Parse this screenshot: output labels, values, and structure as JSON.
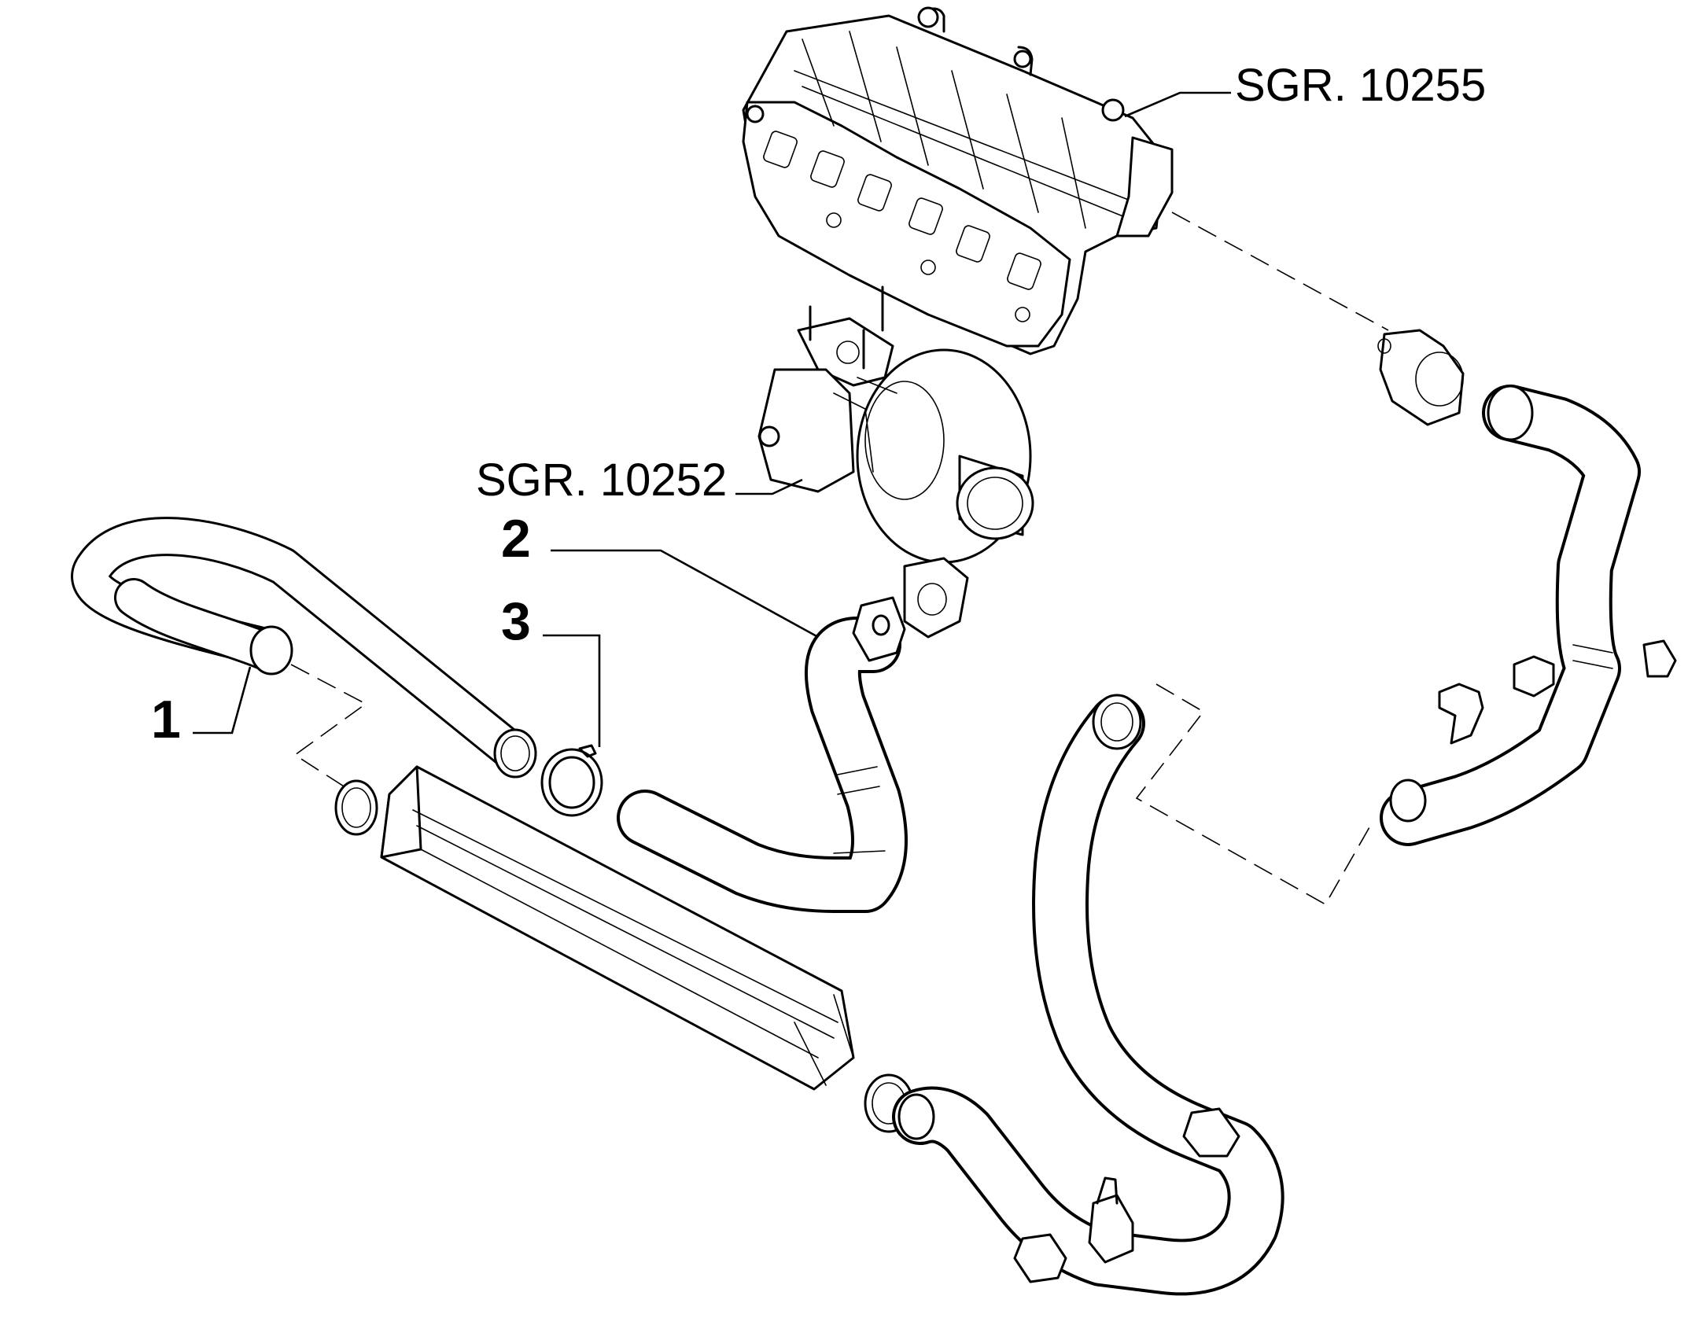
{
  "callouts": {
    "ref_intake_manifold": "SGR. 10255",
    "ref_turbocharger": "SGR. 10252",
    "item_1": "1",
    "item_2": "2",
    "item_3": "3"
  },
  "colors": {
    "line": "#000000",
    "background": "#ffffff"
  }
}
